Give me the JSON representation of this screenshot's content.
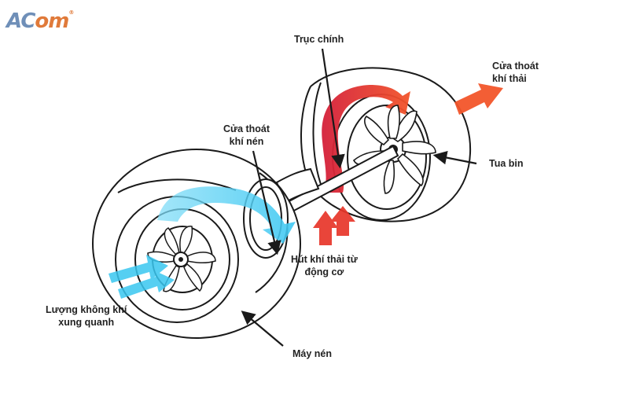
{
  "logo": {
    "part1": "AC",
    "part2": "om",
    "reg": "®"
  },
  "labels": {
    "main_shaft": "Trục chính",
    "exhaust_outlet": [
      "Cửa thoát",
      "khí thải"
    ],
    "compressed_outlet": [
      "Cửa thoát",
      "khí nén"
    ],
    "turbine": "Tua bin",
    "exhaust_intake": [
      "Hút khí thải từ",
      "động cơ"
    ],
    "ambient_air": [
      "Lượng không khí",
      "xung quanh"
    ],
    "compressor": "Máy nén"
  },
  "colors": {
    "exhaust_flow": "#e8362a",
    "air_flow": "#39c7f0",
    "outline": "#1a1a1a",
    "logo_blue": "#6f8fb8",
    "logo_orange": "#e07a3a"
  },
  "icons": [
    "turbine-wheel-icon",
    "compressor-wheel-icon",
    "flow-arrow-icon"
  ]
}
